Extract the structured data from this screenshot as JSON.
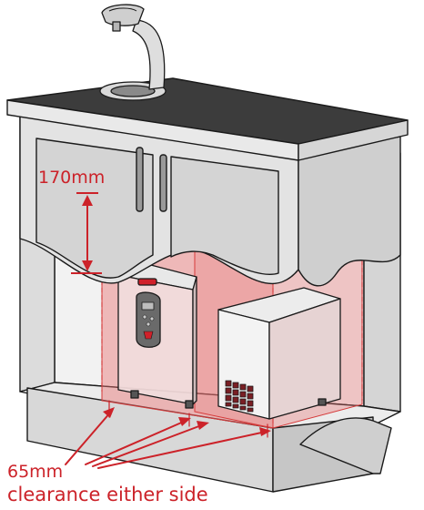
{
  "labels": {
    "height_clearance": "170mm",
    "side_clearance_value": "65mm",
    "side_clearance_text": "clearance either side"
  },
  "colors": {
    "annotation": "#cc2229",
    "clearance_fill": "#e87070",
    "outline": "#1a1a1a",
    "countertop": "#3c3c3c",
    "cabinet": "#e6e6e6",
    "appliance": "#eeeeee"
  }
}
